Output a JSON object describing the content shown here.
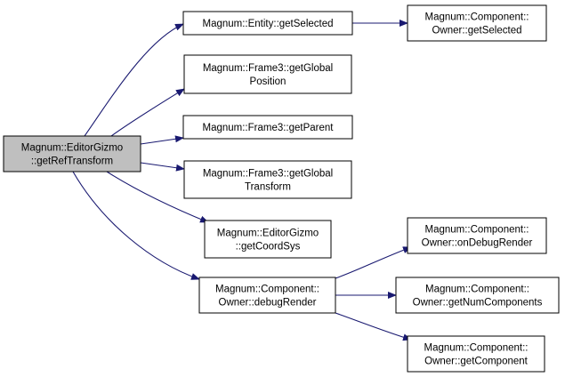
{
  "colors": {
    "edge": "#191970",
    "node_fill": "#ffffff",
    "root_fill": "#bfbfbf",
    "border": "#000000"
  },
  "nodes": [
    {
      "id": "root",
      "lines": [
        "Magnum::EditorGizmo",
        "::getRefTransform"
      ],
      "root": true
    },
    {
      "id": "entity_getSelected",
      "lines": [
        "Magnum::Entity::getSelected"
      ]
    },
    {
      "id": "owner_getSelected",
      "lines": [
        "Magnum::Component::",
        "Owner::getSelected"
      ]
    },
    {
      "id": "frame3_getGlobalPosition",
      "lines": [
        "Magnum::Frame3::getGlobal",
        "Position"
      ]
    },
    {
      "id": "frame3_getParent",
      "lines": [
        "Magnum::Frame3::getParent"
      ]
    },
    {
      "id": "frame3_getGlobalTransform",
      "lines": [
        "Magnum::Frame3::getGlobal",
        "Transform"
      ]
    },
    {
      "id": "editorgizmo_getCoordSys",
      "lines": [
        "Magnum::EditorGizmo",
        "::getCoordSys"
      ]
    },
    {
      "id": "owner_debugRender",
      "lines": [
        "Magnum::Component::",
        "Owner::debugRender"
      ]
    },
    {
      "id": "owner_onDebugRender",
      "lines": [
        "Magnum::Component::",
        "Owner::onDebugRender"
      ]
    },
    {
      "id": "owner_getNumComponents",
      "lines": [
        "Magnum::Component::",
        "Owner::getNumComponents"
      ]
    },
    {
      "id": "owner_getComponent",
      "lines": [
        "Magnum::Component::",
        "Owner::getComponent"
      ]
    }
  ],
  "edges": [
    {
      "from": "root",
      "to": "entity_getSelected"
    },
    {
      "from": "entity_getSelected",
      "to": "owner_getSelected"
    },
    {
      "from": "root",
      "to": "frame3_getGlobalPosition"
    },
    {
      "from": "root",
      "to": "frame3_getParent"
    },
    {
      "from": "root",
      "to": "frame3_getGlobalTransform"
    },
    {
      "from": "root",
      "to": "editorgizmo_getCoordSys"
    },
    {
      "from": "root",
      "to": "owner_debugRender"
    },
    {
      "from": "owner_debugRender",
      "to": "owner_onDebugRender"
    },
    {
      "from": "owner_debugRender",
      "to": "owner_getNumComponents"
    },
    {
      "from": "owner_debugRender",
      "to": "owner_getComponent"
    }
  ]
}
